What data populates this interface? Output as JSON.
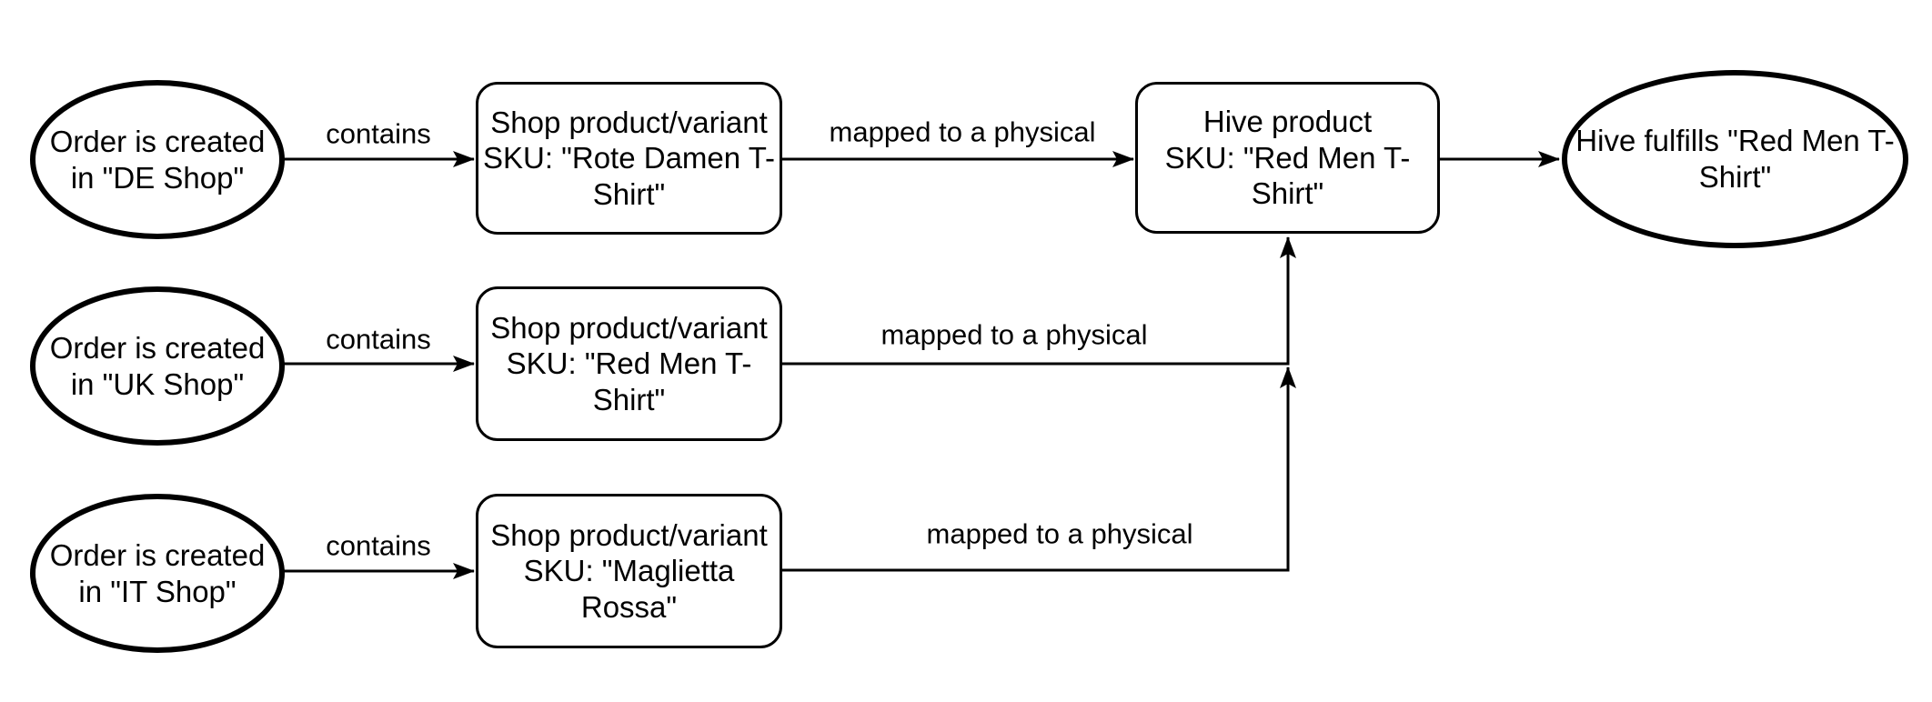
{
  "diagram": {
    "colors": {
      "stroke": "#000000",
      "background": "#ffffff",
      "text": "#000000"
    },
    "nodes": {
      "order_de": {
        "shape": "ellipse",
        "label": "Order is created\nin \"DE Shop\""
      },
      "order_uk": {
        "shape": "ellipse",
        "label": "Order is created\nin \"UK Shop\""
      },
      "order_it": {
        "shape": "ellipse",
        "label": "Order is created\nin \"IT Shop\""
      },
      "shop_sku_rote_damen": {
        "shape": "rounded-rect",
        "label": "Shop product/variant\nSKU: \"Rote Damen T-\nShirt\""
      },
      "shop_sku_red_men": {
        "shape": "rounded-rect",
        "label": "Shop product/variant\nSKU: \"Red Men T-\nShirt\""
      },
      "shop_sku_maglietta": {
        "shape": "rounded-rect",
        "label": "Shop product/variant\nSKU: \"Maglietta\nRossa\""
      },
      "hive_product": {
        "shape": "rounded-rect",
        "label": "Hive product\nSKU: \"Red Men T-\nShirt\""
      },
      "hive_fulfills": {
        "shape": "ellipse",
        "label": "Hive fulfills \"Red Men T-\nShirt\""
      }
    },
    "edges": {
      "contains_de": {
        "label": "contains"
      },
      "contains_uk": {
        "label": "contains"
      },
      "contains_it": {
        "label": "contains"
      },
      "mapped_rote_damen": {
        "label": "mapped to a physical"
      },
      "mapped_red_men": {
        "label": "mapped to a physical"
      },
      "mapped_maglietta": {
        "label": "mapped to a physical"
      },
      "hive_to_fulfills": {
        "label": ""
      }
    }
  }
}
